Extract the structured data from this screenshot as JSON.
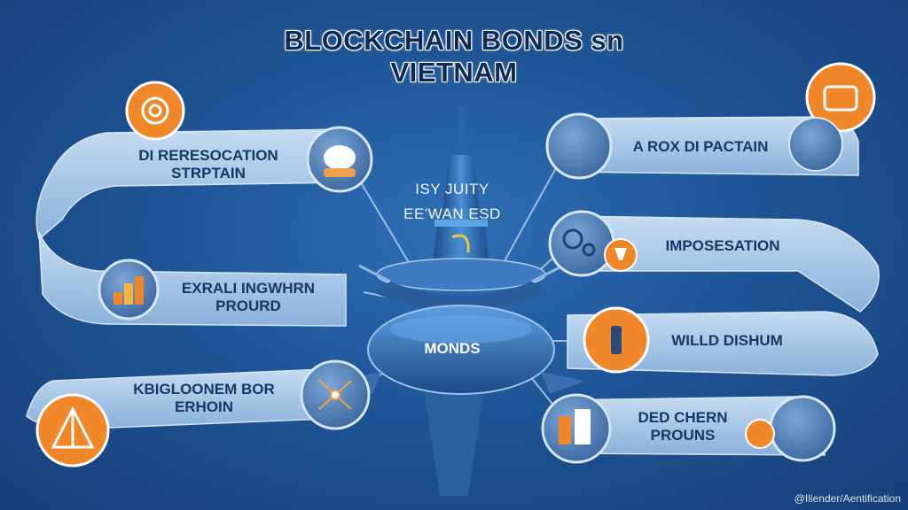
{
  "title": {
    "line1": "BLOCKCHAIN BONDS sn",
    "line2": "VIETNAM"
  },
  "center": {
    "text1": "ISY JUITY",
    "text2": "EE'WAN ESD",
    "label": "MONDS"
  },
  "left_nodes": [
    {
      "line1": "DI RERESOCATION",
      "line2": "STRPTAIN"
    },
    {
      "line1": "EXRALI INGWHRN",
      "line2": "PROURD"
    },
    {
      "line1": "KBIGLOONEM BOR",
      "line2": "ERHOIN"
    }
  ],
  "right_nodes": [
    {
      "line1": "A ROX DI PACTAIN"
    },
    {
      "line1": "IMPOSESATION"
    },
    {
      "line1": "WILLD DISHUM"
    },
    {
      "line1": "DED CHERN",
      "line2": "PROUNS"
    }
  ],
  "credit": "@Iliender/Aentification",
  "colors": {
    "accent": "#f0882a",
    "ribbon": "#a9cbeb",
    "bg": "#1f5597",
    "dark_text": "#173867"
  },
  "icons": [
    "target-icon",
    "vr-headset-icon",
    "chart-icon",
    "network-icon",
    "tent-icon",
    "wallet-icon",
    "gears-icon",
    "lightbulb-icon",
    "bolt-icon",
    "buildings-icon"
  ]
}
